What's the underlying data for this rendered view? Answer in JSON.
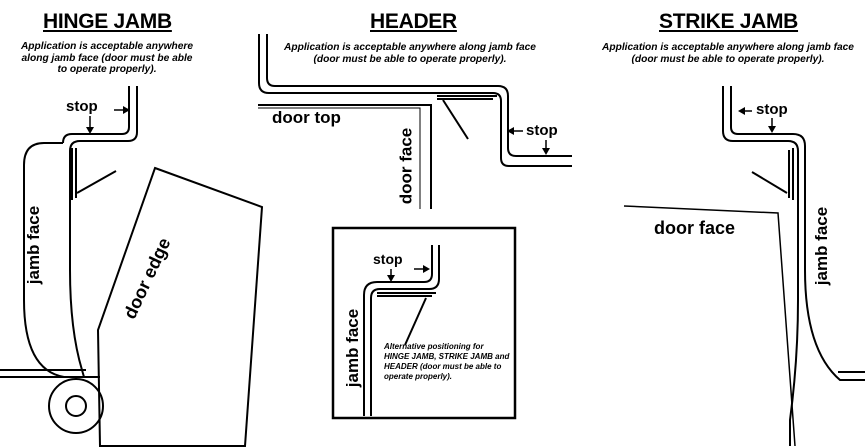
{
  "hinge": {
    "title": "HINGE JAMB",
    "note": "Application is acceptable anywhere along jamb face (door must be able to operate properly).",
    "note_lines": [
      "Application is acceptable anywhere",
      "along jamb face (door must be able",
      "to operate properly)."
    ],
    "stop_label": "stop",
    "jamb_face_label": "jamb face",
    "door_edge_label": "door edge"
  },
  "header": {
    "title": "HEADER",
    "note_lines": [
      "Application is acceptable anywhere along jamb face",
      "(door must be able to operate properly)."
    ],
    "door_top_label": "door top",
    "door_face_label": "door face",
    "stop_label": "stop"
  },
  "strike": {
    "title": "STRIKE JAMB",
    "note_lines": [
      "Application is acceptable anywhere along jamb face",
      "(door must be able to operate properly)."
    ],
    "stop_label": "stop",
    "door_face_label": "door face",
    "jamb_face_label": "jamb face"
  },
  "inset": {
    "stop_label": "stop",
    "jamb_face_label": "jamb face",
    "note_lines": [
      "Alternative positioning for",
      "HINGE JAMB, STRIKE JAMB and",
      "HEADER (door must be able to",
      "operate properly)."
    ]
  },
  "colors": {
    "line": "#000000",
    "background": "#ffffff"
  }
}
